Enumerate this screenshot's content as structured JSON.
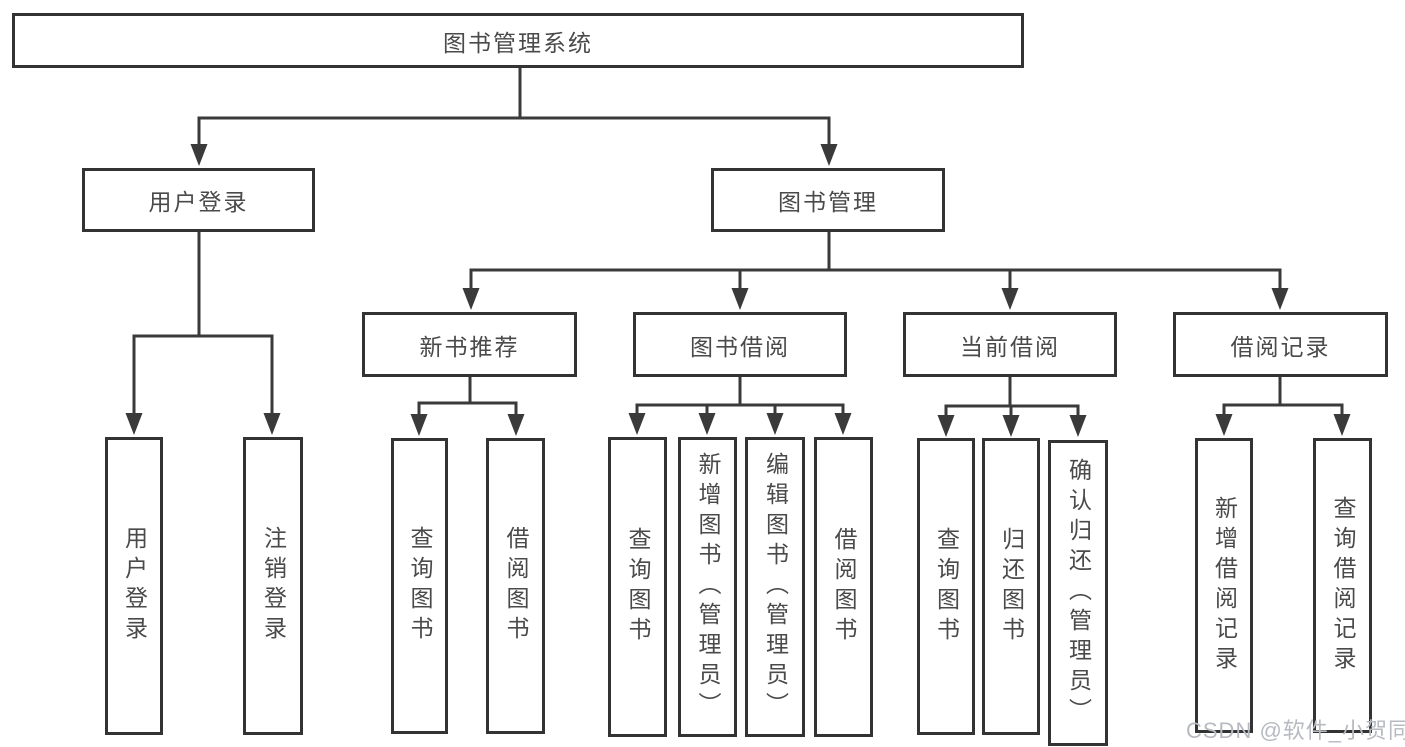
{
  "diagram": {
    "root": "图书管理系统",
    "level2": [
      {
        "label": "用户登录",
        "children": [
          "用户登录",
          "注销登录"
        ]
      },
      {
        "label": "图书管理",
        "children": [
          {
            "label": "新书推荐",
            "children": [
              "查询图书",
              "借阅图书"
            ]
          },
          {
            "label": "图书借阅",
            "children": [
              "查询图书",
              "新增图书（管理员）",
              "编辑图书（管理员）",
              "借阅图书"
            ]
          },
          {
            "label": "当前借阅",
            "children": [
              "查询图书",
              "归还图书",
              "确认归还（管理员）"
            ]
          },
          {
            "label": "借阅记录",
            "children": [
              "新增借阅记录",
              "查询借阅记录"
            ]
          }
        ]
      }
    ]
  },
  "watermark": {
    "text": "CSDN @软件_小贺同学"
  },
  "colors": {
    "line": "#3a3a3a",
    "box_border": "#333333",
    "text": "#4a4a4a",
    "watermark": "#b7bac0",
    "background": "#ffffff"
  }
}
